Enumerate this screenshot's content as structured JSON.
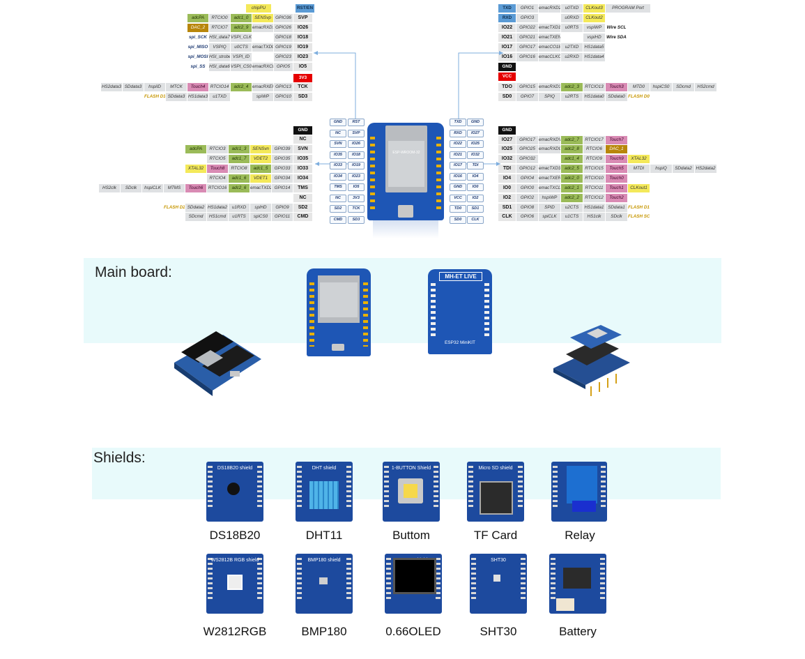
{
  "diagram": {
    "top_left": [
      [
        "",
        "",
        "",
        "",
        "chipPU",
        "",
        "RST/EN"
      ],
      [
        "",
        "",
        "adcPA",
        "RTCIO0",
        "adc1_0",
        "SENSvp",
        "GPIO36",
        "SVP"
      ],
      [
        "",
        "",
        "DAC_2",
        "RTCIO7",
        "adc2_9",
        "emacRXD1",
        "GPIO26",
        "IO26"
      ],
      [
        "",
        "",
        "spi_SCK",
        "HSI_data7",
        "VSPI_CLK",
        "",
        "GPIO18",
        "IO18"
      ],
      [
        "",
        "",
        "spi_MISO",
        "VSPIQ",
        "u0CTS",
        "emacTXD0",
        "GPIO19",
        "IO19"
      ],
      [
        "",
        "",
        "spi_MOSI",
        "HSI_strobe",
        "VSPI_ID",
        "",
        "GPIO23",
        "IO23"
      ],
      [
        "",
        "",
        "spi_SS",
        "HSI_data6",
        "VSPI_CS0",
        "emacRXCLK",
        "GPIO5",
        "IO5"
      ],
      [
        "",
        "",
        "",
        "",
        "",
        "",
        "",
        "3V3"
      ],
      [
        "HS2data3",
        "SDdata3",
        "hspiID",
        "MTCK",
        "Touch4",
        "RTCIO14",
        "adc2_4",
        "emacRXER",
        "GPIO13",
        "TCK"
      ],
      [
        "",
        "FLASH D3",
        "SDdata3",
        "HS1data3",
        "u1TXD",
        "",
        "spiWP",
        "GPIO10",
        "SD3"
      ]
    ],
    "top_right": [
      [
        "TXD",
        "GPIO1",
        "emacRXD2",
        "u0TXD",
        "CLKout3",
        "PROGRAM Port"
      ],
      [
        "RXD",
        "GPIO3",
        "",
        "u0RXD",
        "CLKout2",
        ""
      ],
      [
        "IO22",
        "GPIO22",
        "emacTXD1",
        "u0RTS",
        "vspiWP",
        "Wire SCL"
      ],
      [
        "IO21",
        "GPIO21",
        "emacTXEN",
        "",
        "vspiHD",
        "Wire SDA"
      ],
      [
        "IO17",
        "GPIO17",
        "emacCO180",
        "u2TXD",
        "HS1data5",
        ""
      ],
      [
        "IO16",
        "GPIO16",
        "emacCLKOUT",
        "u2RXD",
        "HS1data4",
        ""
      ],
      [
        "GND"
      ],
      [
        "VCC"
      ],
      [
        "TDO",
        "GPIO15",
        "emacRXD3",
        "adc2_3",
        "RTCIO13",
        "Touch3",
        "MTD0",
        "hspiCS0",
        "SDcmd",
        "HS2cmd"
      ],
      [
        "SD0",
        "GPIO7",
        "SPIQ",
        "u2RTS",
        "HS1data0",
        "SDdata0",
        "FLASH D0"
      ]
    ],
    "mid_left": [
      [
        "GND"
      ],
      [
        "NC"
      ],
      [
        "adcPA",
        "RTCIO3",
        "adc1_3",
        "SENSvn",
        "GPIO39",
        "SVN"
      ],
      [
        "RTCIO5",
        "adc1_7",
        "VDET2",
        "GPIO35",
        "IO35"
      ],
      [
        "XTAL32",
        "Touch8",
        "RTCIO8",
        "adc1_5",
        "GPIO33",
        "IO33"
      ],
      [
        "RTCIO4",
        "adc1_6",
        "VDET1",
        "GPIO34",
        "IO34"
      ],
      [
        "HS2clk",
        "SDclk",
        "hspiCLK",
        "MTMS",
        "Touch6",
        "RTCIO16",
        "adc2_6",
        "emacTXD2",
        "GPIO14",
        "TMS"
      ],
      [
        "NC"
      ],
      [
        "FLASH D2",
        "SDdata2",
        "HS1data2",
        "u1RXD",
        "spiHD",
        "GPIO9",
        "SD2"
      ],
      [
        "SDcmd",
        "HS1cmd",
        "u1RTS",
        "spiCS0",
        "GPIO11",
        "CMD"
      ]
    ],
    "mid_right": [
      [
        "GND"
      ],
      [
        "IO27",
        "GPIO17",
        "emacRXDV",
        "adc2_7",
        "RTCIO17",
        "Touch7"
      ],
      [
        "IO25",
        "GPIO25",
        "emacRXD0",
        "adc2_8",
        "RTCIO6",
        "DAC_1"
      ],
      [
        "IO32",
        "GPIO32",
        "",
        "adc1_4",
        "RTCIO9",
        "Touch9",
        "XTAL32"
      ],
      [
        "TDI",
        "GPIO12",
        "emacTXD3",
        "adc2_5",
        "RTCIO15",
        "Touch5",
        "MTDI",
        "hspiQ",
        "SDdata2",
        "HS2data2"
      ],
      [
        "IO4",
        "GPIO4",
        "emacTXER",
        "adc2_0",
        "RTCIO10",
        "Touch0"
      ],
      [
        "IO0",
        "GPIO0",
        "emacTXCLK",
        "adc2_1",
        "RTCIO11",
        "Touch1",
        "CLKout1"
      ],
      [
        "IO2",
        "GPIO2",
        "hspiWP",
        "adc2_2",
        "RTCIO12",
        "Touch2"
      ],
      [
        "SD1",
        "GPIO8",
        "SPID",
        "u2CTS",
        "HS1data1",
        "SDdata1",
        "FLASH D1"
      ],
      [
        "CLK",
        "GPIO6",
        "spiCLK",
        "u1CTS",
        "HS1clk",
        "SDclk",
        "FLASH SCK"
      ]
    ],
    "board_pins_left": [
      "GND",
      "NC",
      "SVN",
      "IO35",
      "IO33",
      "IO34",
      "TMS",
      "NC",
      "SD2",
      "CMD"
    ],
    "board_pins_left2": [
      "RST",
      "SVP",
      "IO26",
      "IO18",
      "IO19",
      "IO23",
      "IO5",
      "3V3",
      "TCK",
      "SD3"
    ],
    "board_pins_right": [
      "TXD",
      "RXD",
      "IO22",
      "IO21",
      "IO17",
      "IO16",
      "GND",
      "VCC",
      "TD0",
      "SD0"
    ],
    "board_pins_right2": [
      "GND",
      "IO27",
      "IO25",
      "IO32",
      "TDI",
      "IO4",
      "IO0",
      "IO2",
      "SD1",
      "CLK"
    ],
    "module_label": "ESP-WROOM-32"
  },
  "main_board": {
    "title": "Main board:",
    "mhet_label": "MH-ET LIVE",
    "minikit_label": "ESP32 MiniKIT"
  },
  "shields": {
    "title": "Shields:",
    "row1": [
      {
        "label": "DS18B20",
        "title": "DS18B20 shield"
      },
      {
        "label": "DHT11",
        "title": "DHT shield"
      },
      {
        "label": "Buttom",
        "title": "1-BUTTON Shield"
      },
      {
        "label": "TF Card",
        "title": "Micro SD shield"
      },
      {
        "label": "Relay",
        "title": ""
      }
    ],
    "row2": [
      {
        "label": "W2812RGB",
        "title": "WS2812B RGB shield"
      },
      {
        "label": "BMP180",
        "title": "BMP180 shield"
      },
      {
        "label": "0.66OLED",
        "title": "OLED Shield"
      },
      {
        "label": "SHT30",
        "title": "SHT30"
      },
      {
        "label": "Battery",
        "title": ""
      }
    ]
  }
}
